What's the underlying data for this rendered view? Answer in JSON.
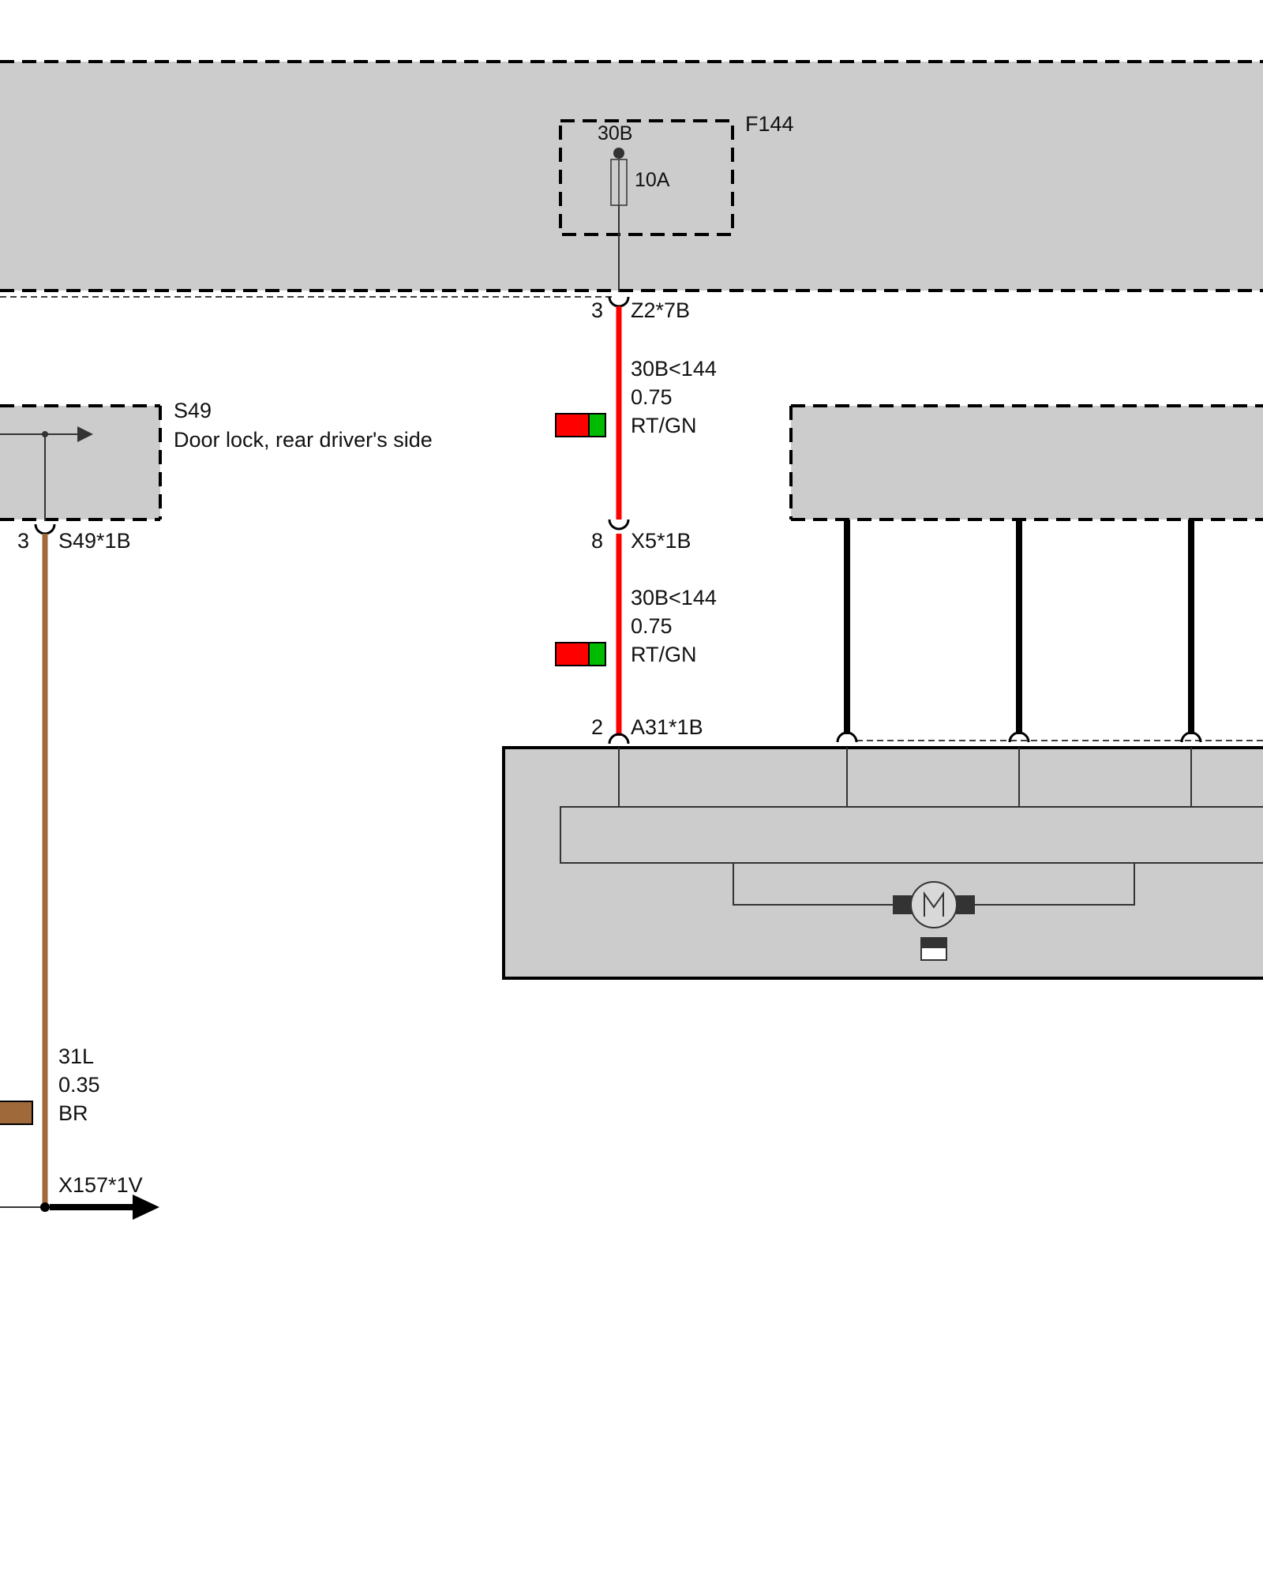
{
  "fuse": {
    "id": "F144",
    "terminal": "30B",
    "rating": "10A"
  },
  "switch": {
    "id": "S49",
    "description": "Door lock, rear driver's side"
  },
  "connectors": {
    "z2": {
      "pin": "3",
      "name": "Z2*7B"
    },
    "x5": {
      "pin": "8",
      "name": "X5*1B"
    },
    "a31": {
      "pin": "2",
      "name": "A31*1B"
    },
    "s49": {
      "pin": "3",
      "name": "S49*1B"
    },
    "x157": {
      "name": "X157*1V"
    }
  },
  "wires": {
    "red_upper": {
      "circuit": "30B<144",
      "size": "0.75",
      "color_code": "RT/GN",
      "primary": "#ff0000",
      "secondary": "#00bb00"
    },
    "red_lower": {
      "circuit": "30B<144",
      "size": "0.75",
      "color_code": "RT/GN",
      "primary": "#ff0000",
      "secondary": "#00bb00"
    },
    "brown": {
      "circuit": "31L",
      "size": "0.35",
      "color_code": "BR",
      "primary": "#a0693a"
    }
  },
  "colors": {
    "component_fill": "#cccccc",
    "outline": "#000000",
    "wire_black": "#000000"
  },
  "icons": [
    "motor-icon",
    "ground-arrow-icon",
    "fuse-icon"
  ]
}
